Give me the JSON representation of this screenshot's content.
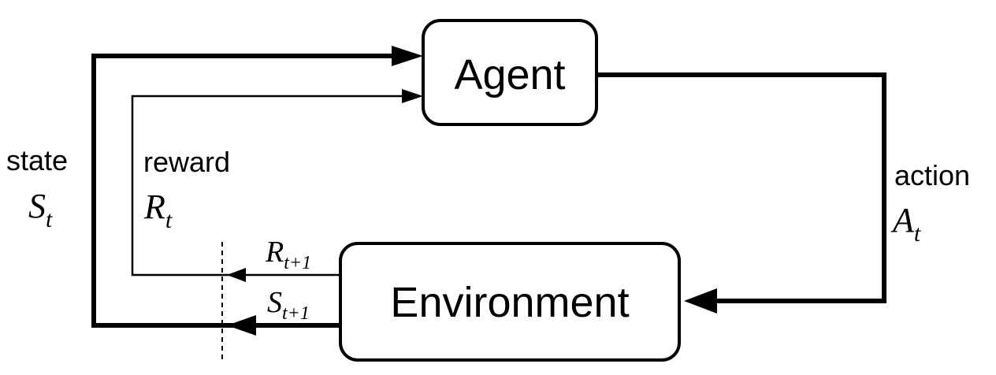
{
  "agent": {
    "label": "Agent"
  },
  "environment": {
    "label": "Environment"
  },
  "state": {
    "label": "state",
    "symbol": "S",
    "subscript": "t"
  },
  "reward": {
    "label": "reward",
    "symbol": "R",
    "subscript": "t"
  },
  "action": {
    "label": "action",
    "symbol": "A",
    "subscript": "t"
  },
  "next_reward": {
    "symbol": "R",
    "subscript": "t+1"
  },
  "next_state": {
    "symbol": "S",
    "subscript": "t+1"
  },
  "colors": {
    "stroke": "#000000",
    "fill": "#ffffff"
  }
}
